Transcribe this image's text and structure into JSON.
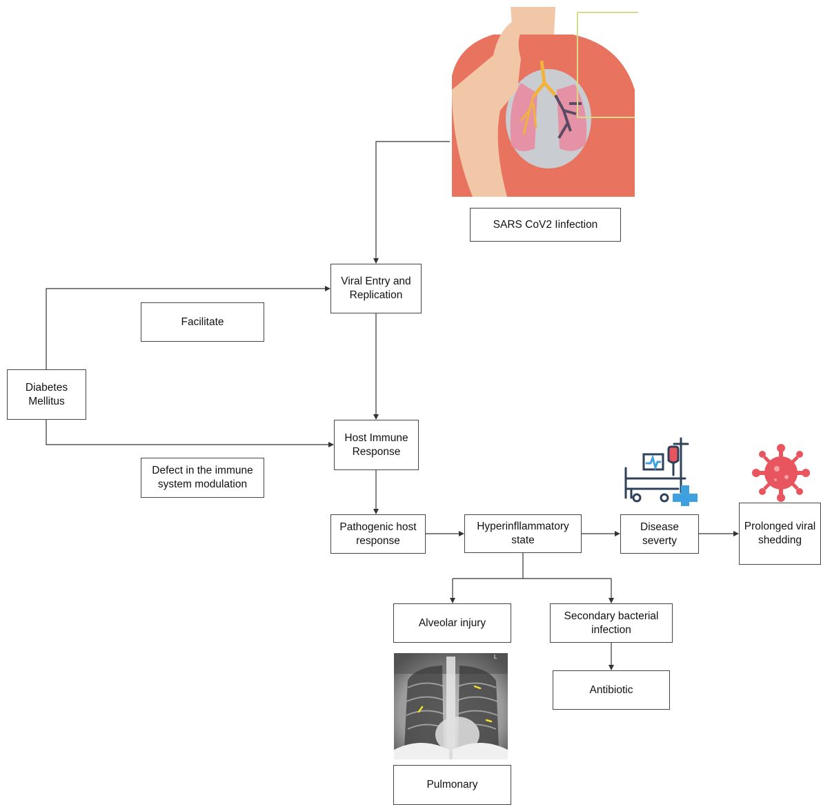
{
  "nodes": {
    "sars": "SARS CoV2 Iinfection",
    "viral_entry": "Viral Entry and\nReplication",
    "facilitate": "Facilitate",
    "diabetes": "Diabetes\nMellitus",
    "host_immune": "Host Immune\nResponse",
    "defect": "Defect in the immune\nsystem modulation",
    "pathogenic": "Pathogenic host\nresponse",
    "hyperinflammatory": "Hyperinfllammatory\nstate",
    "disease_severity": "Disease\nseverty",
    "prolonged": "Prolonged viral\nshedding",
    "alveolar": "Alveolar injury",
    "secondary": "Secondary bacterial\ninfection",
    "antibiotic": "Antibiotic",
    "pulmonary": "Pulmonary"
  },
  "illustrations": {
    "person": "person-coughing-with-lungs",
    "hospital": "hospital-bed-icon",
    "virus": "virus-icon",
    "xray": "chest-xray",
    "xray_marker": "L"
  },
  "colors": {
    "shirt": "#E8735F",
    "skin": "#F2C7A8",
    "lung": "#E592A6",
    "airway": "#F2B33D",
    "virus": "#E8555F",
    "hospital": "#2E4159",
    "hospital_accent": "#3FA0E0",
    "arrow": "#333333"
  }
}
